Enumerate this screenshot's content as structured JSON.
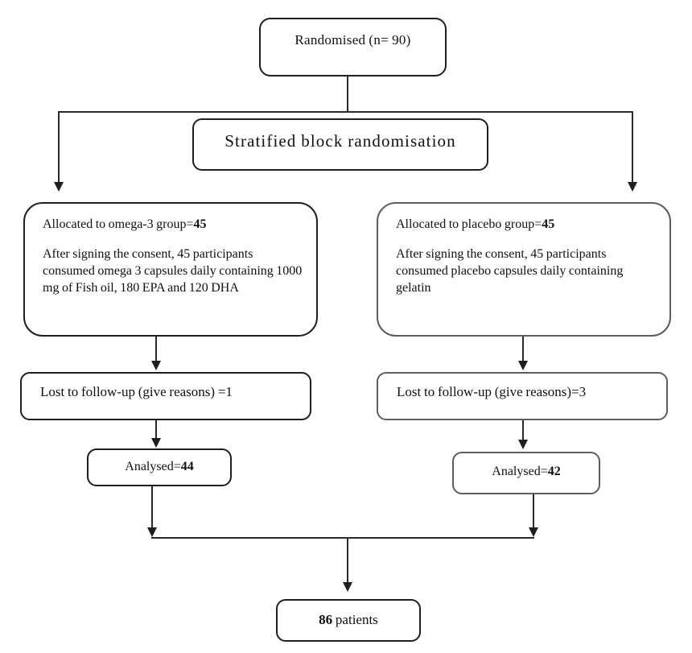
{
  "colors": {
    "line": "#2b2b2b",
    "box_border_dark": "#1f1f1f",
    "box_border_gray": "#5d5d5d",
    "background": "#ffffff"
  },
  "nodes": {
    "randomised": {
      "label": "Randomised (n= 90)"
    },
    "stratified": {
      "label": "Stratified block randomisation"
    },
    "alloc_omega": {
      "heading_prefix": "Allocated to omega-3 group=",
      "heading_value": "45",
      "body": "After signing the consent, 45 participants consumed omega 3 capsules daily containing 1000 mg of Fish oil, 180 EPA and 120 DHA"
    },
    "alloc_placebo": {
      "heading_prefix": "Allocated to placebo group=",
      "heading_value": "45",
      "body": "After signing the consent, 45 participants consumed placebo capsules daily containing gelatin"
    },
    "lost_omega": {
      "label": "Lost to follow-up (give reasons) =1"
    },
    "lost_placebo": {
      "label": "Lost to follow-up (give reasons)=3"
    },
    "analysed_omega": {
      "prefix": "Analysed=",
      "value": "44"
    },
    "analysed_placebo": {
      "prefix": "Analysed=",
      "value": "42"
    },
    "final": {
      "value": "86",
      "suffix": " patients"
    }
  }
}
